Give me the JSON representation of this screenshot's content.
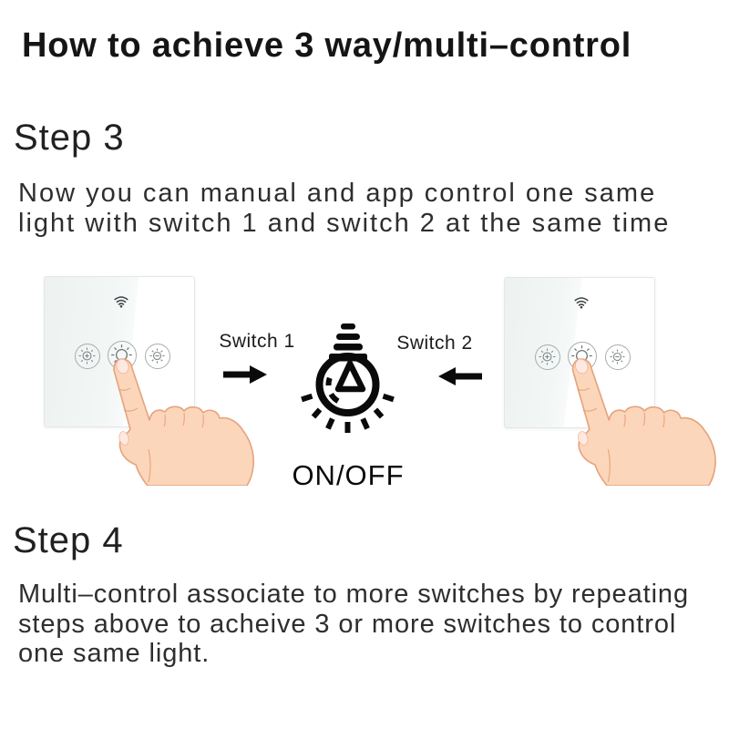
{
  "title": "How to achieve 3 way/multi–control",
  "steps": {
    "step3": {
      "heading": "Step 3",
      "lines": [
        "Now you can manual and app control one same",
        "light with switch 1 and switch 2 at the same time"
      ]
    },
    "step4": {
      "heading": "Step 4",
      "lines": [
        "Multi–control associate to more switches by repeating",
        "steps above to acheive 3 or more switches to control",
        "one same light."
      ]
    }
  },
  "diagram": {
    "switch1_label": "Switch 1",
    "switch2_label": "Switch 2",
    "onoff_label": "ON/OFF",
    "panels": [
      {
        "name": "switch-1-panel",
        "buttons": [
          "brightness-up-icon",
          "power-sun-icon",
          "brightness-down-icon"
        ],
        "top_icon": "wifi-icon"
      },
      {
        "name": "switch-2-panel",
        "buttons": [
          "brightness-up-icon",
          "power-sun-icon",
          "brightness-down-icon"
        ],
        "top_icon": "wifi-icon"
      }
    ],
    "icons": {
      "wifi": "wifi-icon",
      "bulb": "light-bulb-icon",
      "arrow_right": "arrow-right-icon",
      "arrow_left": "arrow-left-icon",
      "hands": "pointing-hand-illustration"
    }
  },
  "colors": {
    "background": "#ffffff",
    "text_black": "#151515",
    "body_text": "#2e2e2e",
    "panel_tint": "#edf2f1",
    "panel_border": "#e3e7e6",
    "button_ring": "#a8aeae",
    "icon_gray": "#7e8487",
    "diagram_black": "#0a0a0a",
    "hand_skin": "#fcd6ba",
    "hand_outline": "#e5a37d",
    "nail_pink": "#fee9e1"
  }
}
